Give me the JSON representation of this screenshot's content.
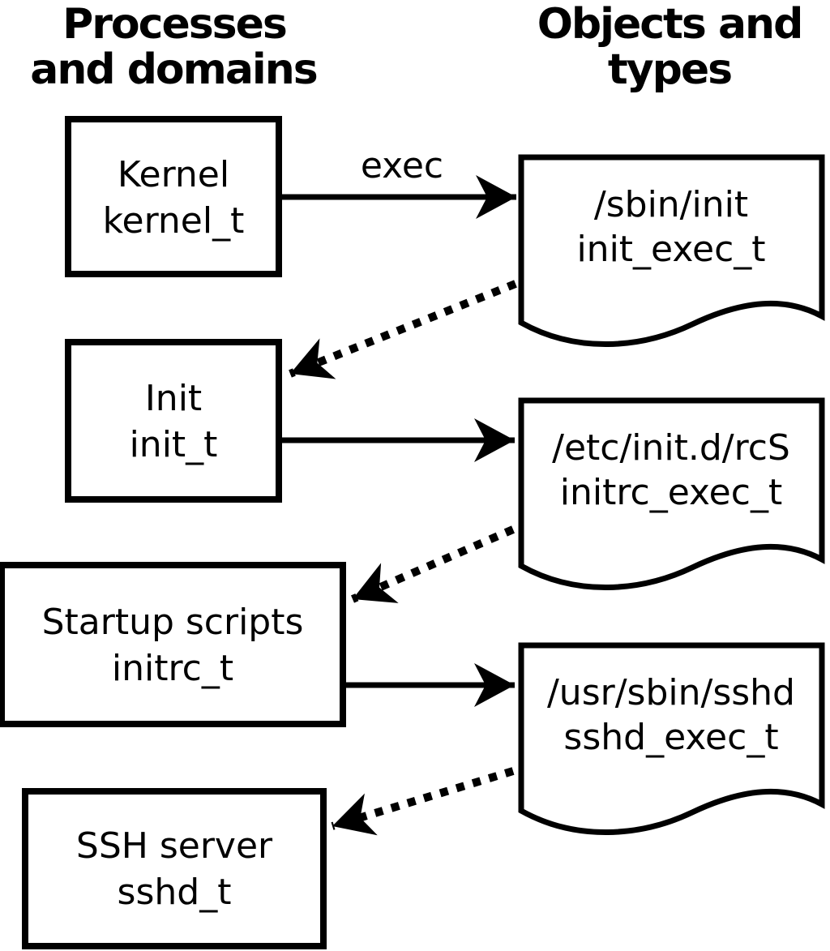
{
  "diagram": {
    "headers": {
      "left": {
        "line1": "Processes",
        "line2": "and domains"
      },
      "right": {
        "line1": "Objects and",
        "line2": "types"
      }
    },
    "processes": [
      {
        "name": "Kernel",
        "domain": "kernel_t"
      },
      {
        "name": "Init",
        "domain": "init_t"
      },
      {
        "name": "Startup scripts",
        "domain": "initrc_t"
      },
      {
        "name": "SSH server",
        "domain": "sshd_t"
      }
    ],
    "objects": [
      {
        "path": "/sbin/init",
        "type": "init_exec_t"
      },
      {
        "path": "/etc/init.d/rcS",
        "type": "initrc_exec_t"
      },
      {
        "path": "/usr/sbin/sshd",
        "type": "sshd_exec_t"
      }
    ],
    "arrow_labels": {
      "exec": "exec"
    },
    "colors": {
      "foreground": "#000000",
      "background": "#ffffff"
    }
  }
}
